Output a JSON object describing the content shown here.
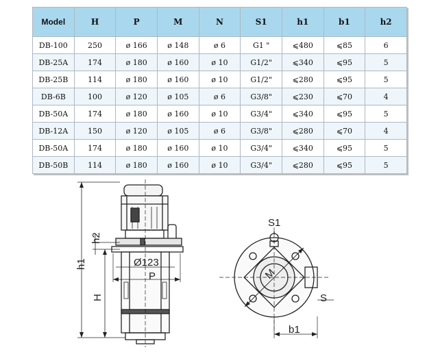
{
  "table": {
    "headers": [
      "Model",
      "H",
      "P",
      "M",
      "N",
      "S1",
      "h1",
      "b1",
      "h2"
    ],
    "rows": [
      [
        "DB-100",
        "250",
        "ø 166",
        "ø 148",
        "ø 6",
        "G1 \"",
        "⩽480",
        "⩽85",
        "6"
      ],
      [
        "DB-25A",
        "174",
        "ø 180",
        "ø 160",
        "ø 10",
        "G1/2\"",
        "⩽340",
        "⩽95",
        "5"
      ],
      [
        "DB-25B",
        "114",
        "ø 180",
        "ø 160",
        "ø 10",
        "G1/2\"",
        "⩽280",
        "⩽95",
        "5"
      ],
      [
        "DB-6B",
        "100",
        "ø 120",
        "ø 105",
        "ø 6",
        "G3/8\"",
        "⩽230",
        "⩽70",
        "4"
      ],
      [
        "DB-50A",
        "174",
        "ø 180",
        "ø 160",
        "ø 10",
        "G3/4\"",
        "⩽340",
        "⩽95",
        "5"
      ],
      [
        "DB-12A",
        "150",
        "ø 120",
        "ø 105",
        "ø 6",
        "G3/8\"",
        "⩽280",
        "⩽70",
        "4"
      ],
      [
        "DB-50A",
        "174",
        "ø 180",
        "ø 160",
        "ø 10",
        "G3/4\"",
        "⩽340",
        "⩽95",
        "5"
      ],
      [
        "DB-50B",
        "114",
        "ø 180",
        "ø 160",
        "ø 10",
        "G3/4\"",
        "⩽280",
        "⩽95",
        "5"
      ]
    ]
  },
  "drawing": {
    "labels": {
      "h1": "h1",
      "h2": "h2",
      "H": "H",
      "diameter": "Ø123",
      "P": "P",
      "S1": "S1",
      "M": "M",
      "S": "S",
      "b1": "b1"
    },
    "line_color": "#222222",
    "housing_color": "#7a7a7a"
  }
}
